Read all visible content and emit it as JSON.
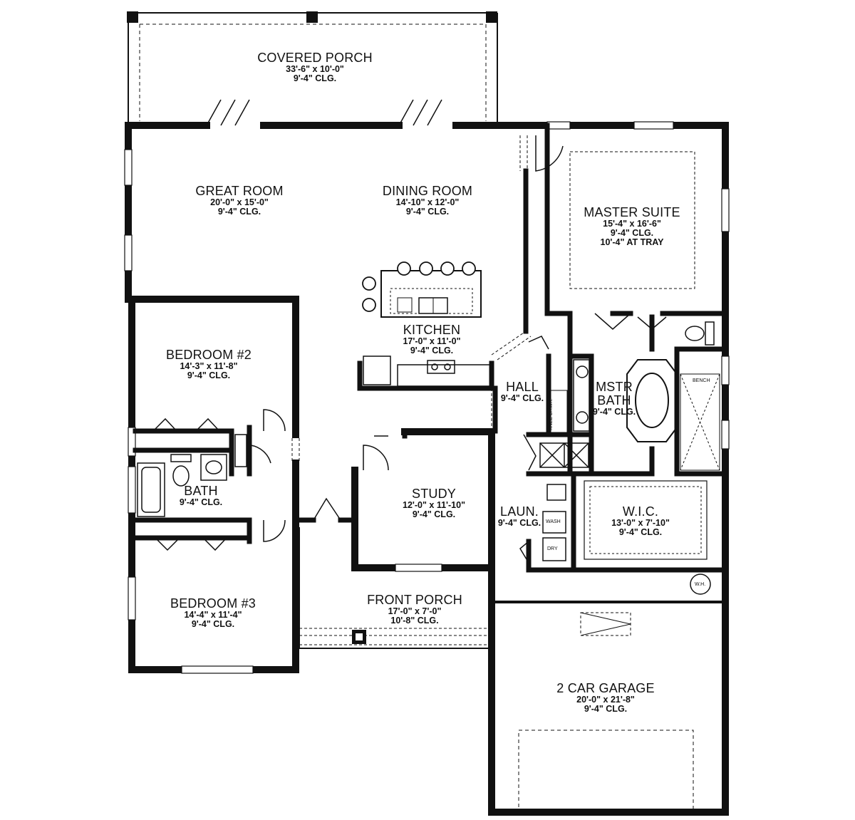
{
  "rooms": {
    "covered_porch": {
      "name": "COVERED PORCH",
      "dims": "33'-6\" x 10'-0\"",
      "clg": "9'-4\" CLG."
    },
    "great_room": {
      "name": "GREAT ROOM",
      "dims": "20'-0\" x 15'-0\"",
      "clg": "9'-4\" CLG."
    },
    "dining_room": {
      "name": "DINING ROOM",
      "dims": "14'-10\" x 12'-0\"",
      "clg": "9'-4\" CLG."
    },
    "master_suite": {
      "name": "MASTER SUITE",
      "dims": "15'-4\" x 16'-6\"",
      "clg": "9'-4\" CLG.",
      "tray": "10'-4\" AT TRAY"
    },
    "kitchen": {
      "name": "KITCHEN",
      "dims": "17'-0\" x 11'-0\"",
      "clg": "9'-4\" CLG."
    },
    "bedroom2": {
      "name": "BEDROOM #2",
      "dims": "14'-3\" x 11'-8\"",
      "clg": "9'-4\" CLG."
    },
    "hall": {
      "name": "HALL",
      "clg": "9'-4\" CLG."
    },
    "mstr_bath": {
      "name1": "MSTR",
      "name2": "BATH",
      "clg": "9'-4\" CLG."
    },
    "bath": {
      "name": "BATH",
      "clg": "9'-4\" CLG."
    },
    "study": {
      "name": "STUDY",
      "dims": "12'-0\" x 11'-10\"",
      "clg": "9'-4\" CLG."
    },
    "laundry": {
      "name": "LAUN.",
      "clg": "9'-4\" CLG."
    },
    "wic": {
      "name": "W.I.C.",
      "dims": "13'-0\" x 7'-10\"",
      "clg": "9'-4\" CLG."
    },
    "bedroom3": {
      "name": "BEDROOM #3",
      "dims": "14'-4\" x 11'-4\"",
      "clg": "9'-4\" CLG."
    },
    "front_porch": {
      "name": "FRONT PORCH",
      "dims": "17'-0\" x 7'-0\"",
      "clg": "10'-8\" CLG."
    },
    "garage": {
      "name": "2 CAR GARAGE",
      "dims": "20'-0\" x 21'-8\"",
      "clg": "9'-4\" CLG."
    }
  },
  "fixtures": {
    "knee_drawer": "KNEE DRWR.",
    "washer": "WASH",
    "dryer": "DRY",
    "water_heater": "W.H.",
    "bench": "BENCH"
  },
  "colors": {
    "wall": "#111111",
    "background": "#ffffff"
  }
}
